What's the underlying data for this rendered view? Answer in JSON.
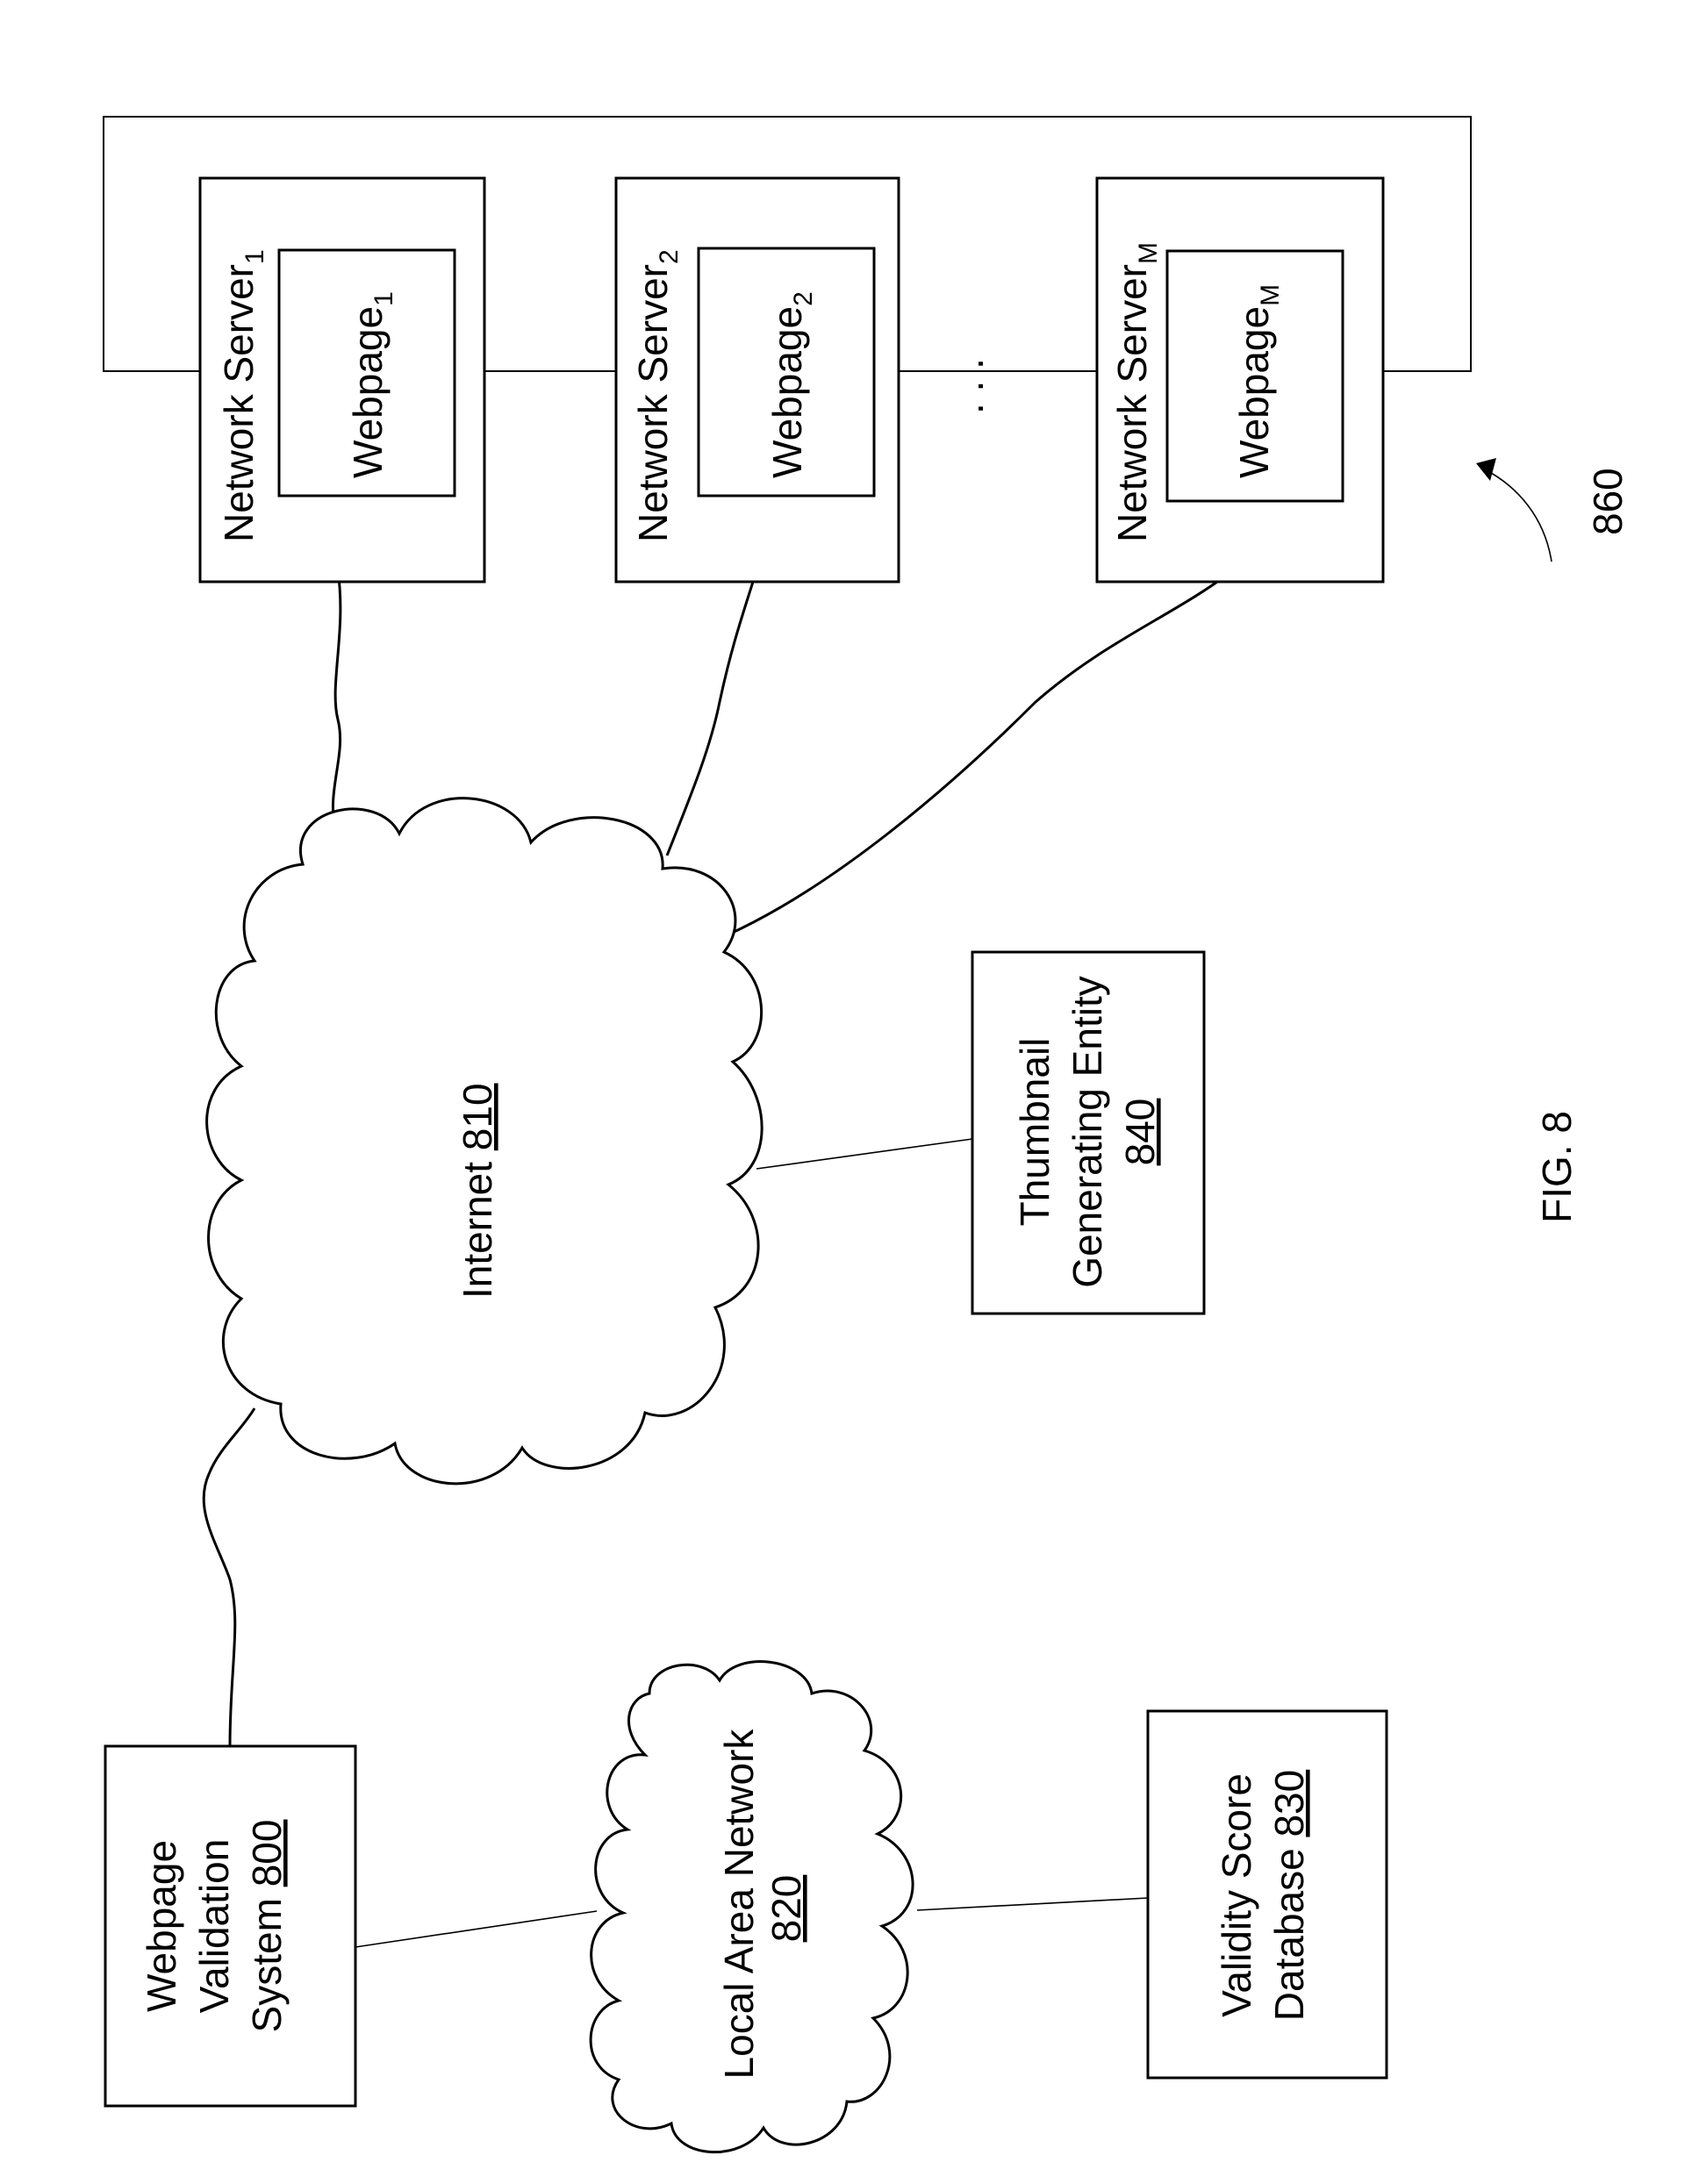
{
  "figure": {
    "caption": "FIG. 8"
  },
  "nodes": {
    "validation_system": {
      "line1": "Webpage",
      "line2": "Validation",
      "line3": "System",
      "ref": "800"
    },
    "lan": {
      "line1": "Local Area Network",
      "ref": "820"
    },
    "database": {
      "line1": "Validity Score",
      "line2": "Database",
      "ref": "830"
    },
    "internet": {
      "line1": "Internet",
      "ref": "810"
    },
    "thumbnail": {
      "line1": "Thumbnail",
      "line2": "Generating Entity",
      "ref": "840"
    },
    "server_group": {
      "ref": "860",
      "ellipsis": ". . ."
    },
    "servers": [
      {
        "server_label": "Network Server",
        "server_sub": "1",
        "page_label": "Webpage",
        "page_sub": "1"
      },
      {
        "server_label": "Network Server",
        "server_sub": "2",
        "page_label": "Webpage",
        "page_sub": "2"
      },
      {
        "server_label": "Network Server",
        "server_sub": "M",
        "page_label": "Webpage",
        "page_sub": "M"
      }
    ]
  }
}
